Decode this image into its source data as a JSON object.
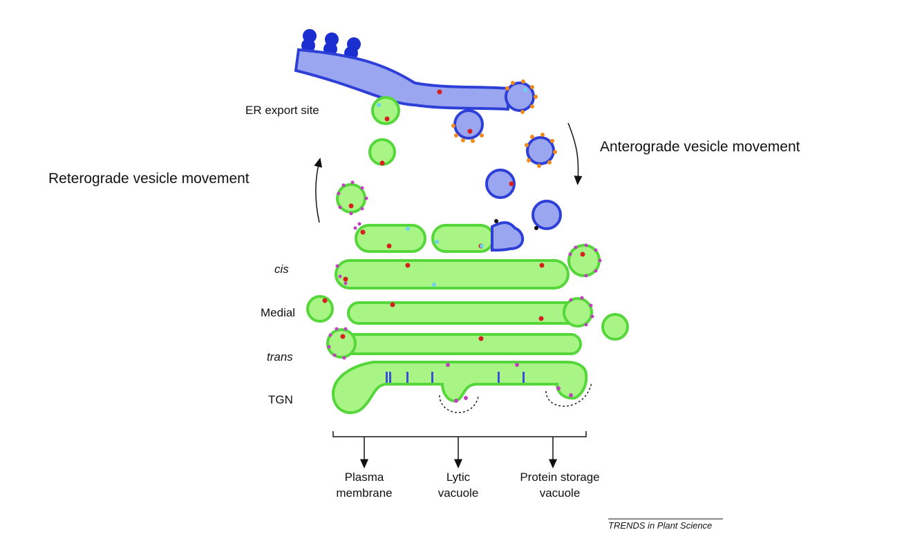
{
  "labels": {
    "er_export_site": "ER export site",
    "anterograde": "Anterograde vesicle movement",
    "retrograde": "Reterograde vesicle movement",
    "cis": "cis",
    "medial": "Medial",
    "trans": "trans",
    "tgn": "TGN"
  },
  "destinations": [
    {
      "line1": "Plasma",
      "line2": "membrane"
    },
    {
      "line1": "Lytic",
      "line2": "vacuole"
    },
    {
      "line1": "Protein storage",
      "line2": "vacuole"
    }
  ],
  "credit": "TRENDS in Plant Science",
  "colors": {
    "er_fill": "#9aa6f0",
    "er_stroke": "#2d3fd6",
    "golgi_fill": "#a8f585",
    "golgi_stroke": "#55d63a",
    "cargo_red": "#d62020",
    "copi_pink": "#c040c0",
    "copii_orange": "#f08a1a",
    "light_blue": "#6fd0f0",
    "clathrin_black": "#222222"
  }
}
